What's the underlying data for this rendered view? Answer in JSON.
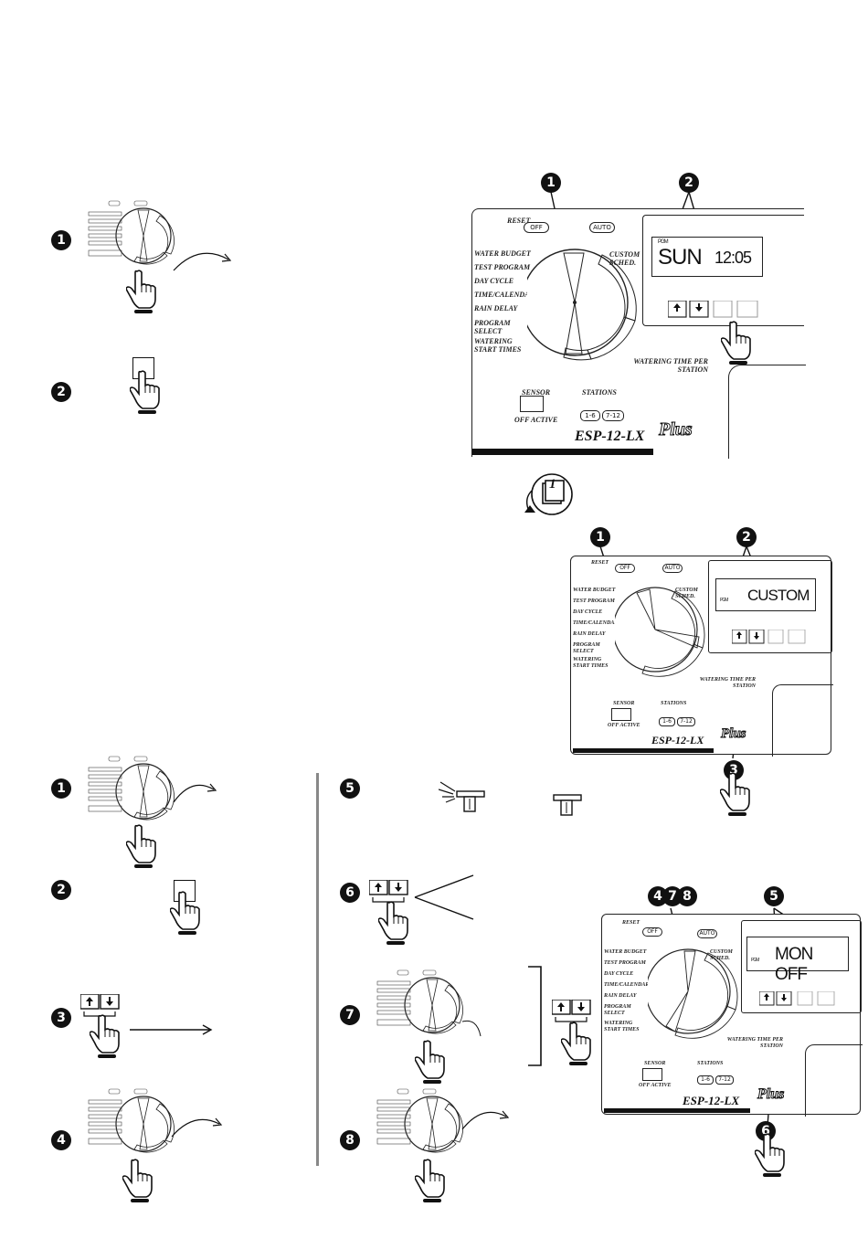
{
  "controller_top": {
    "badges": [
      "1",
      "2"
    ],
    "lcd_day": "SUN",
    "lcd_time": "12:05",
    "lcd_small": "PGM",
    "model": "ESP-12-LX",
    "plus": "Plus",
    "dial_labels": [
      "WATER BUDGET",
      "TEST PROGRAM",
      "DAY CYCLE",
      "TIME/CALENDAR",
      "RAIN DELAY",
      "PROGRAM SELECT",
      "WATERING START TIMES"
    ],
    "top_labels": [
      "RESET",
      "OFF",
      "AUTO"
    ],
    "right_labels": [
      "CUSTOM SCHED.",
      "WATERING TIME PER STATION"
    ],
    "sensor_label": "SENSOR",
    "sensor_states": "OFF ACTIVE",
    "stations_label": "STATIONS",
    "station_buttons": [
      "1-6",
      "7-12"
    ]
  },
  "controller_mid": {
    "badges": [
      "1",
      "2",
      "3"
    ],
    "lcd_text": "CUSTOM",
    "lcd_small": "PGM",
    "model": "ESP-12-LX",
    "plus": "Plus"
  },
  "controller_bottom": {
    "badges": [
      "4",
      "7",
      "8",
      "5",
      "6"
    ],
    "lcd_text": "MON OFF",
    "lcd_small": "PGM",
    "model": "ESP-12-LX",
    "plus": "Plus"
  },
  "left_steps_top": [
    "1",
    "2"
  ],
  "left_steps_bottom": [
    "1",
    "2",
    "3",
    "4"
  ],
  "mid_steps": [
    "5",
    "6",
    "7",
    "8"
  ],
  "calendar_icon_number": "1",
  "icons": [
    "hand-pointer-icon",
    "dial-icon",
    "arrow-icon",
    "sprinkler-on-icon",
    "sprinkler-off-icon",
    "calendar-cycle-icon"
  ]
}
